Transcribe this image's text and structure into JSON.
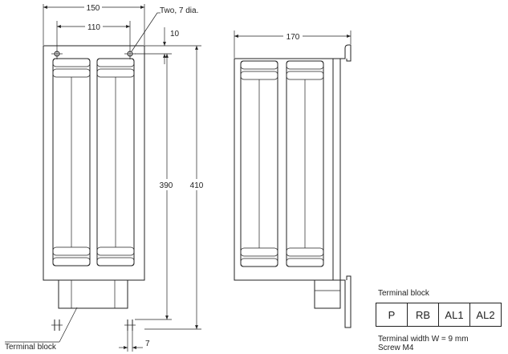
{
  "front_view": {
    "dims": {
      "overall_width": "150",
      "hole_pitch": "110",
      "hole_offset": "10",
      "hole_span": "390",
      "overall_height": "410",
      "bottom_gap": "7"
    },
    "hole_note": "Two, 7 dia.",
    "terminal_callout": "Terminal block"
  },
  "side_view": {
    "dims": {
      "depth": "170"
    }
  },
  "terminal_block": {
    "title": "Terminal block",
    "terminals": [
      "P",
      "RB",
      "AL1",
      "AL2"
    ],
    "width_note": "Terminal width W = 9 mm",
    "screw_note": "Screw M4"
  }
}
